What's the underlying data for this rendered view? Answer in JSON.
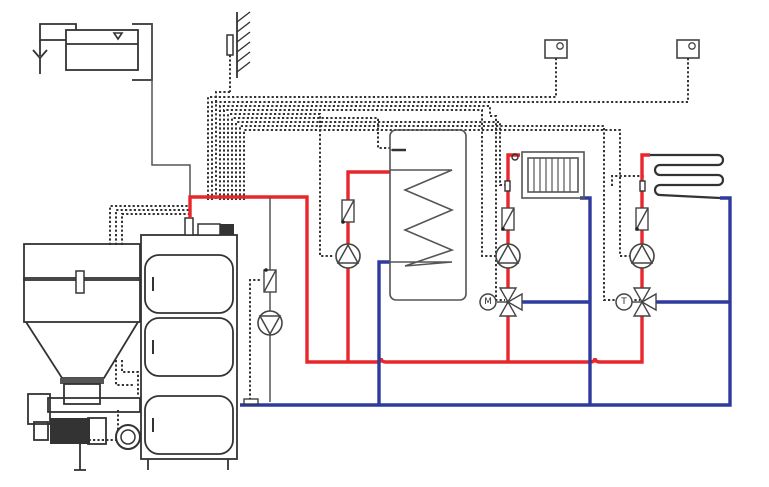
{
  "diagram": {
    "title": "",
    "colors": {
      "supply_hot": "#e8262b",
      "return_cold": "#2e3a9e",
      "outline": "#555555",
      "signal": "#333333"
    },
    "components": {
      "expansion_tank": {
        "label": "",
        "icon": "expansion-tank-icon"
      },
      "outdoor_sensor": {
        "label": "",
        "icon": "outdoor-temperature-sensor-icon"
      },
      "room_thermostat_1": {
        "label": "",
        "icon": "room-thermostat-icon"
      },
      "room_thermostat_2": {
        "label": "",
        "icon": "room-thermostat-icon"
      },
      "pellet_hopper": {
        "label": "",
        "icon": "pellet-hopper-icon"
      },
      "boiler": {
        "label": "",
        "icon": "boiler-icon"
      },
      "burner_motor": {
        "label": "",
        "icon": "feeder-motor-icon"
      },
      "fan": {
        "label": "",
        "icon": "fan-icon"
      },
      "dhw_tank": {
        "label": "",
        "icon": "hot-water-cylinder-icon"
      },
      "radiator": {
        "label": "",
        "icon": "radiator-icon"
      },
      "floor_heating": {
        "label": "",
        "icon": "floor-heating-coil-icon"
      },
      "mixing_valve_motor": {
        "label": "M",
        "icon": "motorized-actuator-icon"
      },
      "mixing_valve_thermo": {
        "label": "T",
        "icon": "thermostatic-actuator-icon"
      },
      "pumps": [
        {
          "name": "boiler-return-pump"
        },
        {
          "name": "dhw-pump"
        },
        {
          "name": "radiator-pump"
        },
        {
          "name": "floor-heating-pump"
        }
      ]
    }
  }
}
